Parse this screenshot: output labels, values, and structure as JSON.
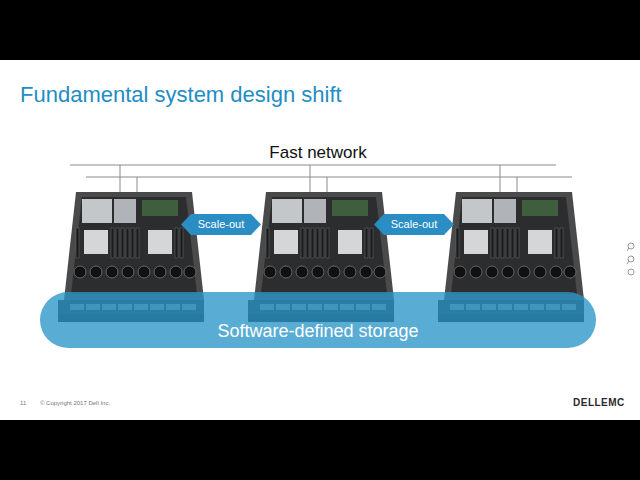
{
  "diagram": {
    "title": "Fundamental system design shift",
    "nodes": [
      {
        "text": [
          "Scale-out"
        ]
      },
      {
        "text": [
          "Scale-out"
        ]
      },
      {
        "text": [
          "Software-defined storage"
        ]
      }
    ],
    "labels": [
      "Fast network",
      "11",
      "© Copyright 2017 Dell Inc.",
      "DELLEMC"
    ]
  }
}
